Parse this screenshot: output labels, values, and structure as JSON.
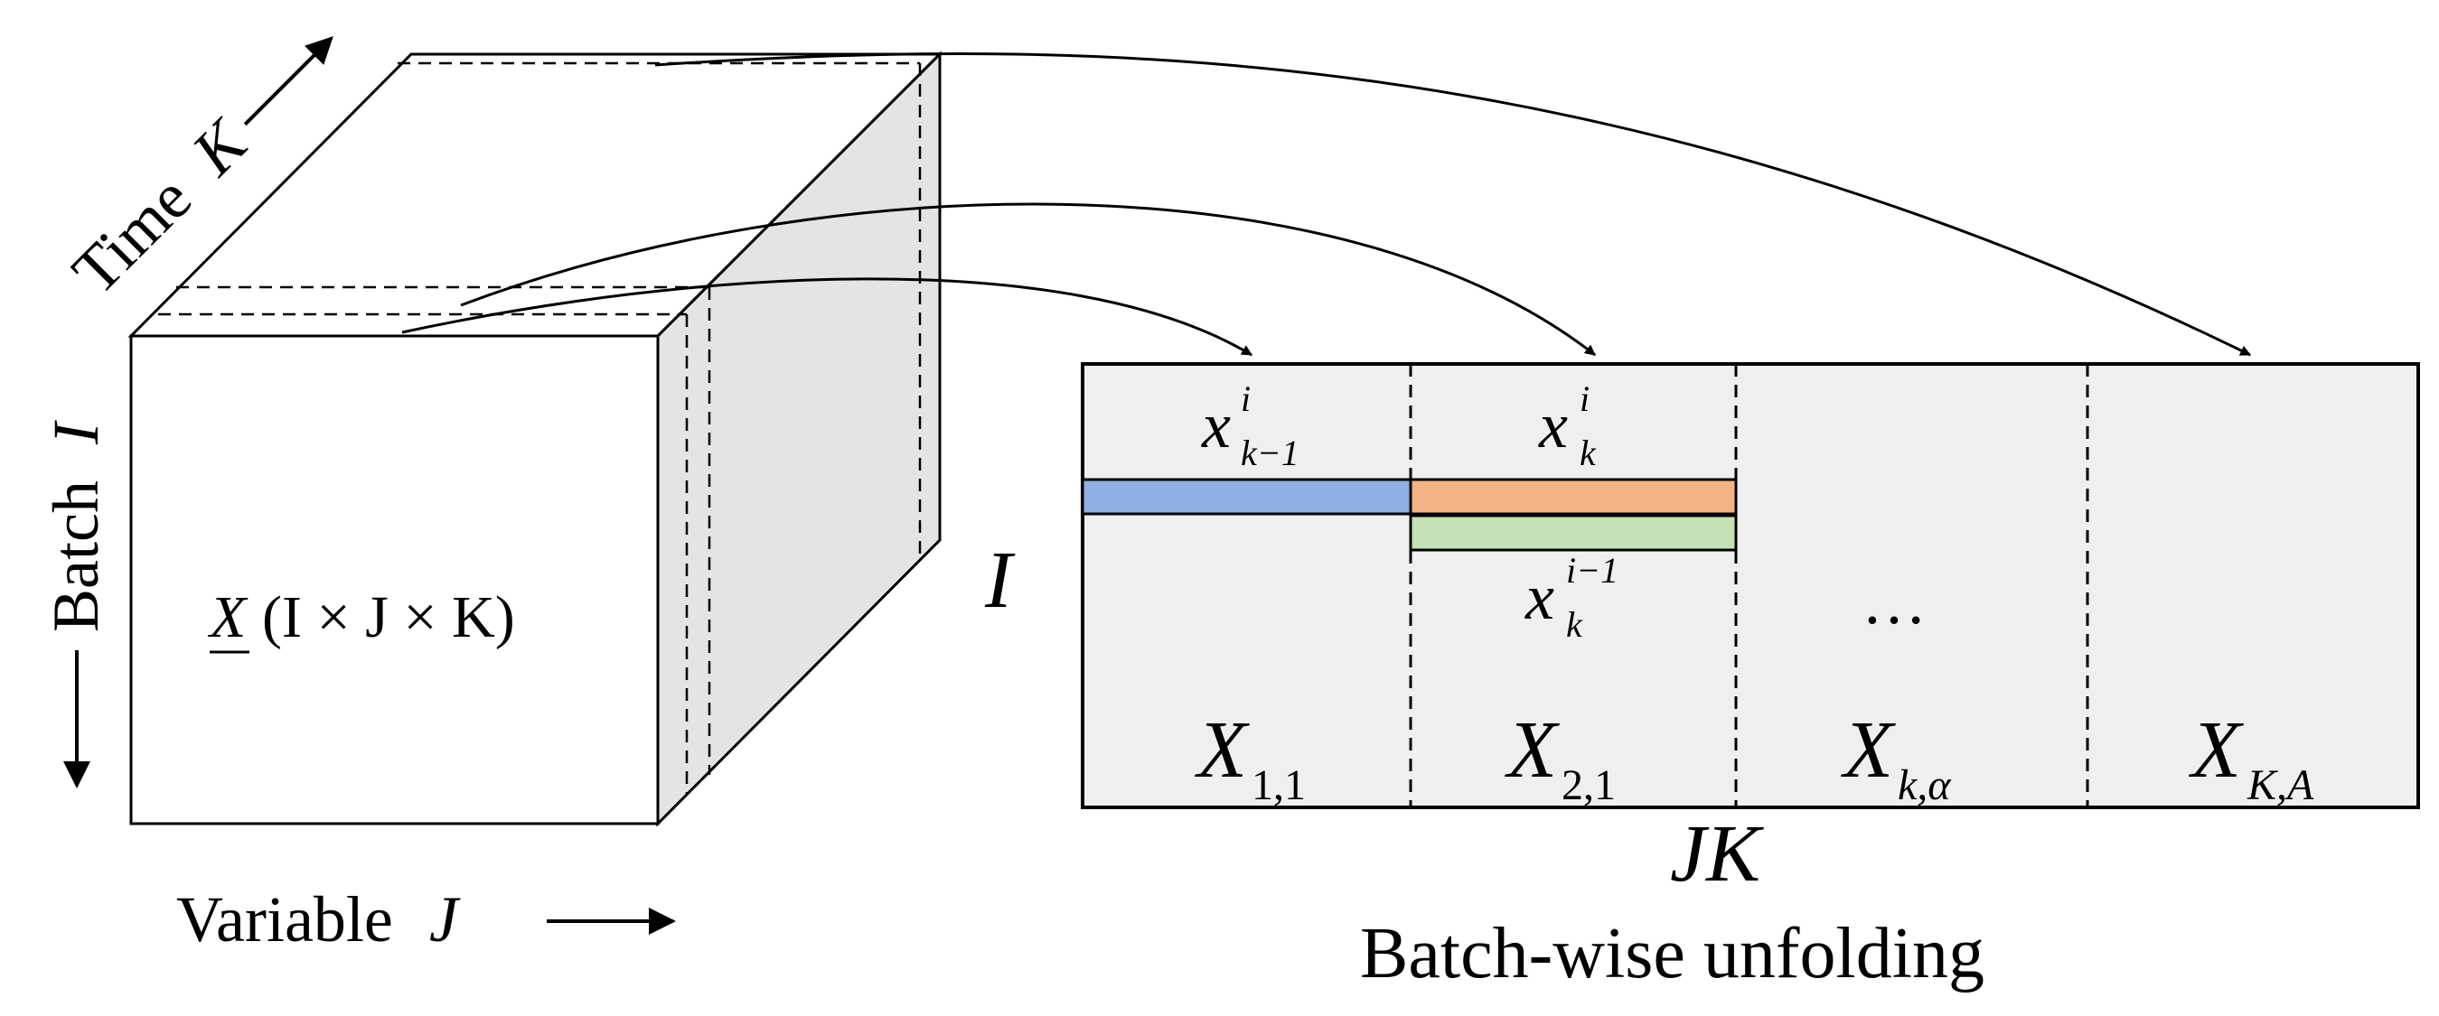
{
  "colors": {
    "stroke": "#000000",
    "cube_front": "#ffffff",
    "cube_side": "#e4e4e4",
    "matrix_fill": "#efefef",
    "slice_blue": "#8fb0e2",
    "slice_orange": "#f4b383",
    "slice_green": "#c6e1b3"
  },
  "cube": {
    "tensor": {
      "symbol": "X",
      "dims": "(I × J × K)"
    },
    "time_axis": {
      "label": "Time",
      "var": "K"
    },
    "batch_axis": {
      "label": "Batch",
      "var": "I"
    },
    "variable_axis": {
      "label": "Variable",
      "var": "J"
    }
  },
  "matrix": {
    "row_label": "I",
    "col_label": "JK",
    "caption": "Batch-wise unfolding",
    "ellipsis": "…",
    "blocks": [
      {
        "base": "X",
        "sub": "1,1"
      },
      {
        "base": "X",
        "sub": "2,1"
      },
      {
        "base": "X",
        "sub": "k,α"
      },
      {
        "base": "X",
        "sub": "K,A"
      }
    ],
    "slices": {
      "prev_time": {
        "base": "x",
        "sup": "i",
        "sub": "k−1"
      },
      "cur_time": {
        "base": "x",
        "sup": "i",
        "sub": "k"
      },
      "prev_batch": {
        "base": "x",
        "sup": "i−1",
        "sub": "k"
      }
    }
  }
}
